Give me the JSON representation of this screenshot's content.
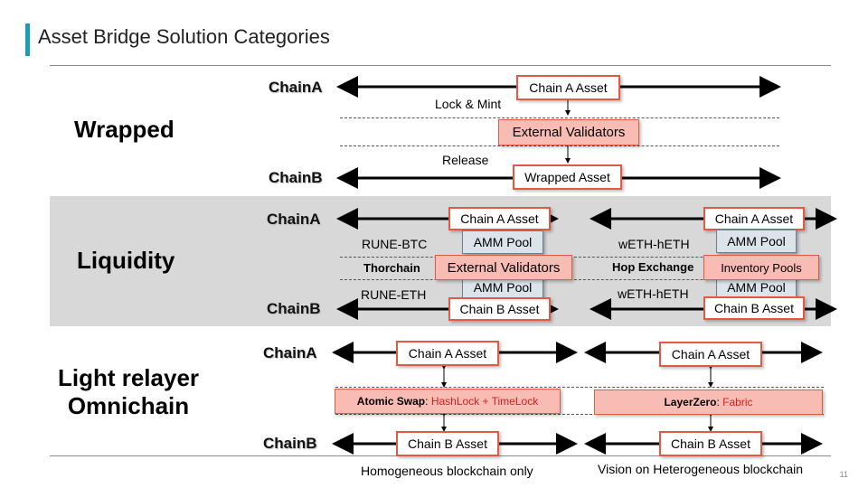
{
  "slide": {
    "title": "Asset Bridge Solution Categories",
    "page_number": "11",
    "accent_color": "#1f9bb5",
    "box_border_color": "#e05a44",
    "validator_fill": "#f8bcb4",
    "amm_fill": "#dce3ea"
  },
  "wrapped": {
    "category": "Wrapped",
    "chain_a": "ChainA",
    "chain_b": "ChainB",
    "top_asset": "Chain A Asset",
    "bottom_asset": "Wrapped Asset",
    "validators": "External  Validators",
    "lock_label": "Lock & Mint",
    "release_label": "Release"
  },
  "liquidity": {
    "category": "Liquidity",
    "chain_a": "ChainA",
    "chain_b": "ChainB",
    "left": {
      "top_asset": "Chain A Asset",
      "bottom_asset": "Chain B Asset",
      "amm_top": "AMM  Pool",
      "amm_bottom": "AMM  Pool",
      "pair_top": "RUNE-BTC",
      "pair_bottom": "RUNE-ETH",
      "protocol": "Thorchain",
      "validators": "External  Validators"
    },
    "right": {
      "top_asset": "Chain A Asset",
      "bottom_asset": "Chain B Asset",
      "amm_top": "AMM  Pool",
      "amm_bottom": "AMM  Pool",
      "pair_top": "wETH-hETH",
      "pair_bottom": "wETH-hETH",
      "protocol": "Hop Exchange",
      "pools": "Inventory Pools"
    }
  },
  "light": {
    "category_line1": "Light relayer",
    "category_line2": "Omnichain",
    "chain_a": "ChainA",
    "chain_b": "ChainB",
    "left": {
      "top_asset": "Chain A Asset",
      "bottom_asset": "Chain B Asset",
      "mechanism_name": "Atomic Swap",
      "mechanism_sep": ": ",
      "mechanism_detail": "HashLock + TimeLock",
      "caption": "Homogeneous blockchain only"
    },
    "right": {
      "top_asset": "Chain A Asset",
      "bottom_asset": "Chain B Asset",
      "mechanism_name": "LayerZero",
      "mechanism_sep": ": ",
      "mechanism_detail": "Fabric",
      "caption": "Vision on Heterogeneous blockchain"
    }
  }
}
